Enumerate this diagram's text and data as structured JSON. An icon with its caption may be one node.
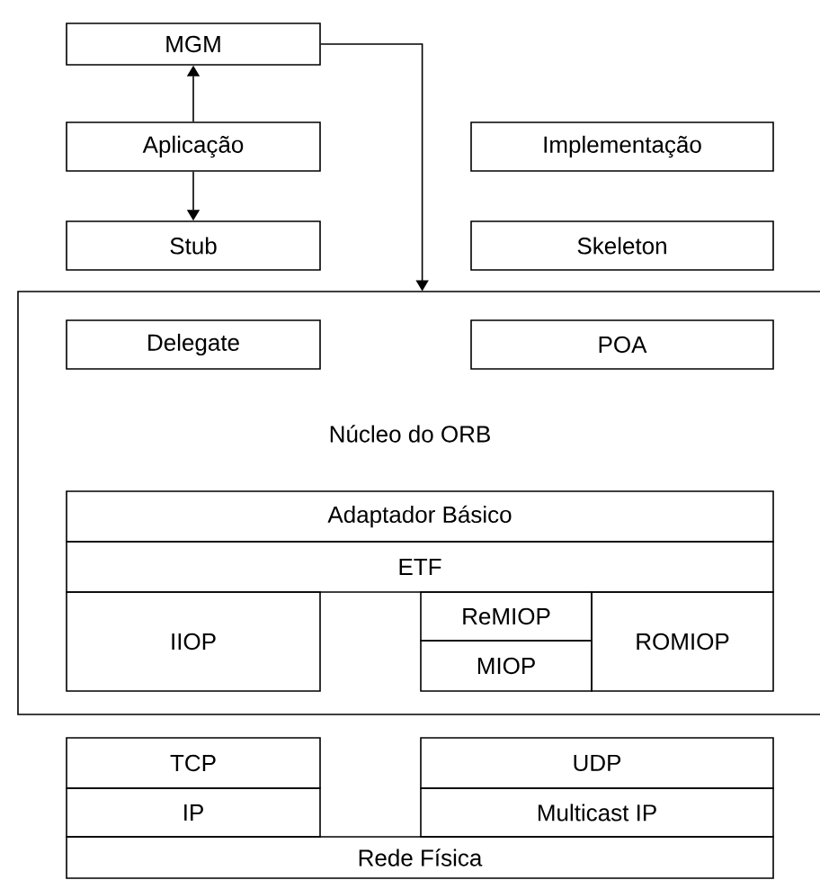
{
  "diagram": {
    "nodes": [
      {
        "text": [
          "MGM"
        ]
      },
      {
        "text": [
          "Aplicação"
        ]
      },
      {
        "text": [
          "Implementação"
        ]
      },
      {
        "text": [
          "Stub"
        ]
      },
      {
        "text": [
          "Skeleton"
        ]
      },
      {
        "text": [
          "Núcleo do ORB"
        ]
      },
      {
        "text": [
          "Delegate"
        ],
        "in": 5
      },
      {
        "text": [
          "POA"
        ],
        "in": 5
      },
      {
        "text": [
          "Adaptador Básico"
        ],
        "in": 5
      },
      {
        "text": [
          "ETF"
        ],
        "in": 5
      },
      {
        "text": [
          "IIOP"
        ],
        "in": 5
      },
      {
        "text": [
          "ReMIOP"
        ],
        "in": 5
      },
      {
        "text": [
          "MIOP"
        ],
        "in": 5
      },
      {
        "text": [
          "ROMIOP"
        ],
        "in": 5
      },
      {
        "text": [
          "TCP"
        ]
      },
      {
        "text": [
          "UDP"
        ]
      },
      {
        "text": [
          "IP"
        ]
      },
      {
        "text": [
          "Multicast IP"
        ]
      },
      {
        "text": [
          "Rede Física"
        ]
      }
    ],
    "edges": [
      {
        "from": 1,
        "to": 0,
        "arrow": "to"
      },
      {
        "from": 1,
        "to": 3,
        "arrow": "to"
      },
      {
        "from": 0,
        "to": 5,
        "arrow": "to"
      }
    ]
  }
}
